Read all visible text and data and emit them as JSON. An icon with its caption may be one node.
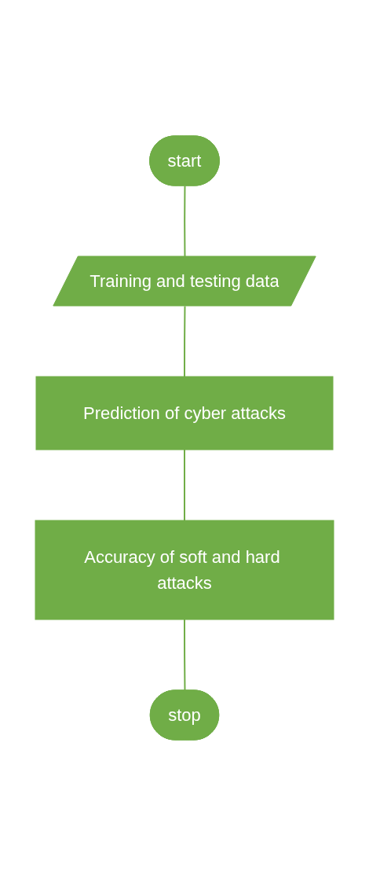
{
  "diagram": {
    "nodes": [
      {
        "text": [
          "start"
        ]
      },
      {
        "text": [
          "Training and testing data"
        ]
      },
      {
        "text": [
          "Prediction of cyber attacks"
        ]
      },
      {
        "text": [
          "Accuracy of soft and hard attacks"
        ]
      },
      {
        "text": [
          "stop"
        ]
      }
    ],
    "edges": [
      {
        "from": 0,
        "to": 1,
        "arrow": "none"
      },
      {
        "from": 1,
        "to": 2,
        "arrow": "none"
      },
      {
        "from": 2,
        "to": 3,
        "arrow": "none"
      },
      {
        "from": 3,
        "to": 4,
        "arrow": "none"
      }
    ]
  }
}
